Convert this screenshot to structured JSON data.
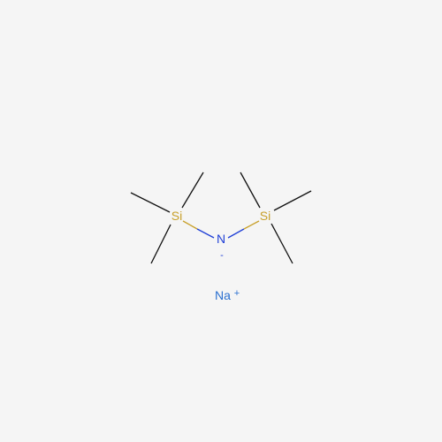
{
  "molecule": {
    "atoms": {
      "si_left": {
        "symbol": "Si",
        "color": "#c8a02a"
      },
      "nitrogen": {
        "symbol": "N",
        "charge": "-",
        "color": "#1f3fd6"
      },
      "si_right": {
        "symbol": "Si",
        "color": "#c8a02a"
      },
      "sodium": {
        "symbol": "Na",
        "charge": "+",
        "color": "#2a6fd0"
      }
    },
    "bond_color": "#111111",
    "background": "#f5f5f5"
  }
}
